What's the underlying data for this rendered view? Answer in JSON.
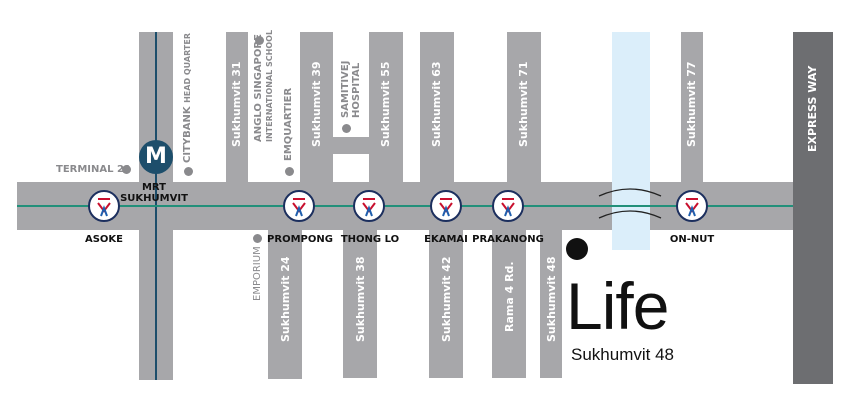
{
  "colors": {
    "road": "#a7a7aa",
    "expressway": "#6d6e71",
    "bts_line": "#22907a",
    "mrt": "#1d4e6b",
    "canal": "#dbeefa"
  },
  "roads_top": [
    "Sukhumvit 31",
    "Sukhumvit 39",
    "Sukhumvit 55",
    "Sukhumvit 63",
    "Sukhumvit 71",
    "Sukhumvit 77"
  ],
  "roads_bottom": [
    "Sukhumvit 24",
    "Sukhumvit 38",
    "Sukhumvit 42",
    "Rama 4 Rd.",
    "Sukhumvit 48"
  ],
  "expressway": "EXPRESS WAY",
  "stations": [
    "ASOKE",
    "PROMPONG",
    "THONG LO",
    "EKAMAI",
    "PRAKANONG",
    "ON-NUT"
  ],
  "mrt": {
    "icon": "M",
    "label1": "MRT",
    "label2": "SUKHUMVIT"
  },
  "poi": {
    "terminal21": "TERMINAL 21",
    "citybank": "CITYBANK",
    "citybank_sub": "HEAD QUARTER",
    "anglo": "ANGLO SINGAPORE",
    "anglo_sub": "INTERNATIONAL SCHOOL",
    "emquartier": "EMQUARTIER",
    "samitivej1": "SAMITIVEJ",
    "samitivej2": "HOSPITAL",
    "emporium": "EMPORIUM"
  },
  "brand": {
    "name": "Life",
    "sub": "Sukhumvit 48"
  }
}
